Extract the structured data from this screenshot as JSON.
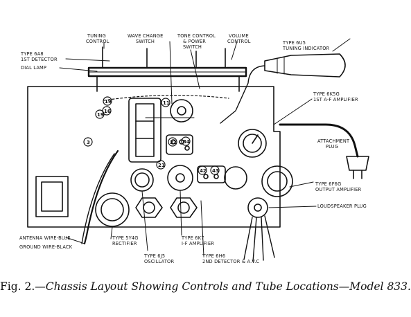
{
  "labels": {
    "tuning_control": [
      "TUNING",
      "CONTROL"
    ],
    "wave_change_switch": [
      "WAVE CHANGE",
      "SWITCH"
    ],
    "tone_power_switch": [
      "TONE CONTROL",
      "& POWER",
      "SWITCH"
    ],
    "volume_control": [
      "VOLUME",
      "CONTROL"
    ],
    "tuning_indicator": [
      "TYPE 6U5",
      "TUNING INDICATOR"
    ],
    "first_detector": [
      "TYPE 6A8",
      "1ST DETECTOR"
    ],
    "dial_lamp": "DIAL LAMP",
    "first_af_amplifier": [
      "TYPE 6K5G",
      "1ST A-F AMPLIFIER"
    ],
    "attachment_plug": [
      "ATTACHMENT",
      "PLUG"
    ],
    "output_amplifier": [
      "TYPE 6F6G",
      "OUTPUT AMPLIFIER"
    ],
    "loudspeaker_plug": "LOUDSPEAKER PLUG",
    "antenna_wire": "ANTENNA WIRE-BLUE",
    "ground_wire": "GROUND WIRE-BLACK",
    "rectifier": [
      "TYPE 5Y4G",
      "RECTIFIER"
    ],
    "if_amplifier": [
      "TYPE 6K7",
      "I-F AMPLIFIER"
    ],
    "oscillator": [
      "TYPE 6J5",
      "OSCILLATOR"
    ],
    "second_detector": [
      "TYPE 6H6",
      "2ND DETECTOR & A.V.C"
    ]
  },
  "callouts": [
    "19",
    "11",
    "16",
    "19",
    "3",
    "32",
    "34",
    "21",
    "42",
    "43"
  ],
  "caption": {
    "fig": "Fig. 2.",
    "text": "—Chassis Layout Showing Controls and Tube Locations—Model 833."
  }
}
